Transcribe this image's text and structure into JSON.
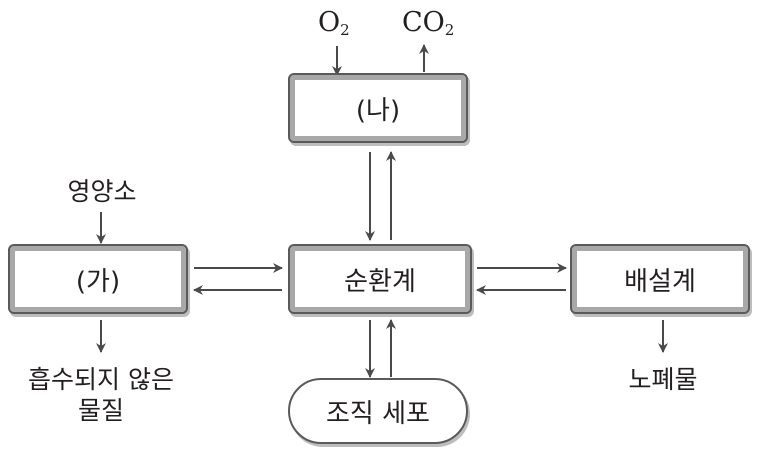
{
  "diagram": {
    "nodes": {
      "na": "(나)",
      "ga": "(가)",
      "circulatory": "순환계",
      "excretory": "배설계",
      "tissue_cell": "조직 세포"
    },
    "labels": {
      "o2": "O",
      "o2_sub": "2",
      "co2": "CO",
      "co2_sub": "2",
      "nutrients": "영양소",
      "unabsorbed_line1": "흡수되지 않은",
      "unabsorbed_line2": "물질",
      "waste": "노폐물"
    },
    "edges": [
      {
        "from": "O2",
        "to": "(나)"
      },
      {
        "from": "(나)",
        "to": "CO2"
      },
      {
        "from": "(나)",
        "to": "순환계"
      },
      {
        "from": "순환계",
        "to": "(나)"
      },
      {
        "from": "영양소",
        "to": "(가)"
      },
      {
        "from": "(가)",
        "to": "순환계"
      },
      {
        "from": "순환계",
        "to": "(가)"
      },
      {
        "from": "(가)",
        "to": "흡수되지 않은 물질"
      },
      {
        "from": "순환계",
        "to": "배설계"
      },
      {
        "from": "배설계",
        "to": "순환계"
      },
      {
        "from": "배설계",
        "to": "노폐물"
      },
      {
        "from": "순환계",
        "to": "조직 세포"
      },
      {
        "from": "조직 세포",
        "to": "순환계"
      }
    ],
    "colors": {
      "line": "#4a4a4a",
      "border": "#5a5a5a",
      "inner_border": "#a8a8a8"
    }
  }
}
